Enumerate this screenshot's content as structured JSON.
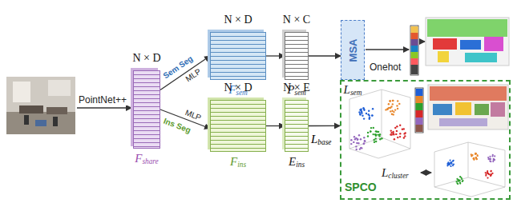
{
  "diagram": {
    "nodes": [
      {
        "text": [
          "N × D",
          "Fshare"
        ]
      },
      {
        "text": [
          "N × D",
          "Fsem"
        ]
      },
      {
        "text": [
          "N × C",
          "Psem"
        ]
      },
      {
        "text": [
          "MSA",
          "Lsem"
        ]
      },
      {
        "text": [
          "N × D",
          "Fins"
        ]
      },
      {
        "text": [
          "N × E",
          "Eins"
        ]
      },
      {
        "text": [
          "SPCO",
          "Lcluster"
        ]
      }
    ],
    "edges": [
      {
        "from": 0,
        "to": 1,
        "arrow": "to",
        "label": "MLP"
      },
      {
        "from": 0,
        "to": 4,
        "arrow": "to",
        "label": "MLP"
      },
      {
        "from": 1,
        "to": 2,
        "arrow": "to"
      },
      {
        "from": 2,
        "to": 3,
        "arrow": "to"
      },
      {
        "from": 4,
        "to": 5,
        "arrow": "to"
      },
      {
        "from": 5,
        "to": 6,
        "arrow": "to"
      }
    ],
    "labels": [
      "PointNet++",
      "Sem Seg",
      "Ins Seg",
      "Onehot",
      "Lbase"
    ]
  }
}
